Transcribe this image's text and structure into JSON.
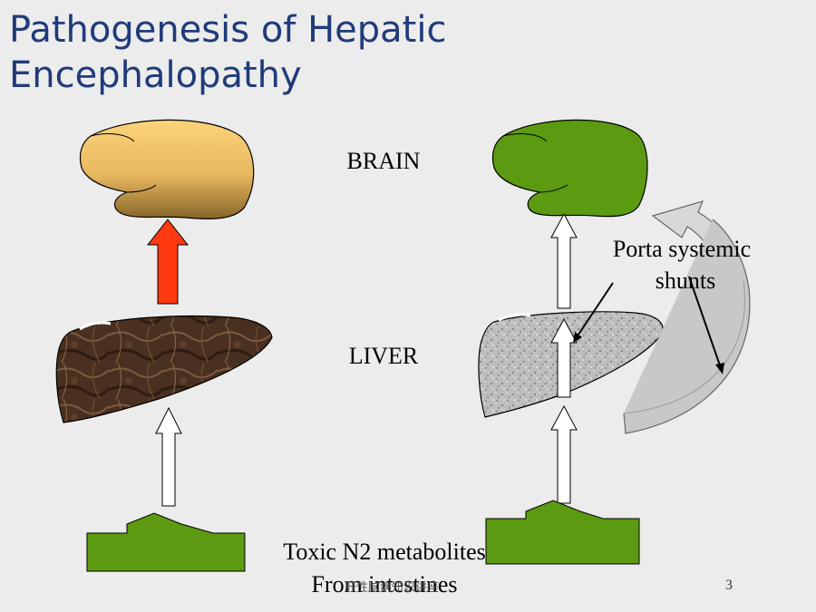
{
  "slide": {
    "title_line1": "Pathogenesis of Hepatic",
    "title_line2": "Encephalopathy",
    "footer": "肝性脑病知识讲座",
    "page_number": "3"
  },
  "labels": {
    "brain": "BRAIN",
    "liver": "LIVER",
    "shunt_line1": "Porta systemic",
    "shunt_line2": "shunts",
    "bottom_line1": "Toxic N2 metabolites",
    "bottom_line2": "From intestines"
  },
  "colors": {
    "title": "#1f3b7a",
    "healthy_brain_top": "#fcd37a",
    "healthy_brain_bottom": "#8a6a2a",
    "diseased_brain": "#5c9a12",
    "red_arrow": "#ff3a10",
    "intestine_green": "#5c9a12",
    "normal_liver": "#4a3020",
    "cirrhotic_liver": "#b8b8b8"
  }
}
